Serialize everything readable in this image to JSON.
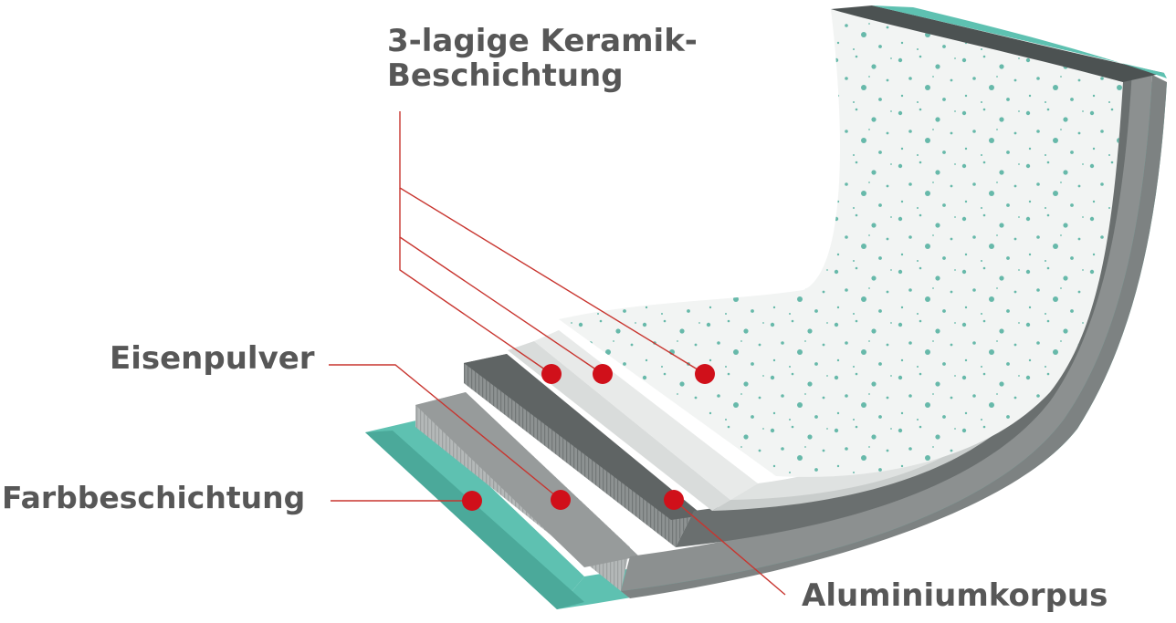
{
  "labels": {
    "ceramic_line1": "3-lagige Keramik-",
    "ceramic_line2": "Beschichtung",
    "iron": "Eisenpulver",
    "paint": "Farbbeschichtung",
    "aluminium": "Aluminiumkorpus"
  },
  "colors": {
    "text": "#575757",
    "leader_line": "#c8352f",
    "marker": "#d0101a",
    "teal_paint": "#5ec1b1",
    "aluminium_body": "#8c9090",
    "iron_layer": "#5f6464",
    "ceramic_base": "#f2f4f3",
    "speckle": "#4fae9d"
  }
}
